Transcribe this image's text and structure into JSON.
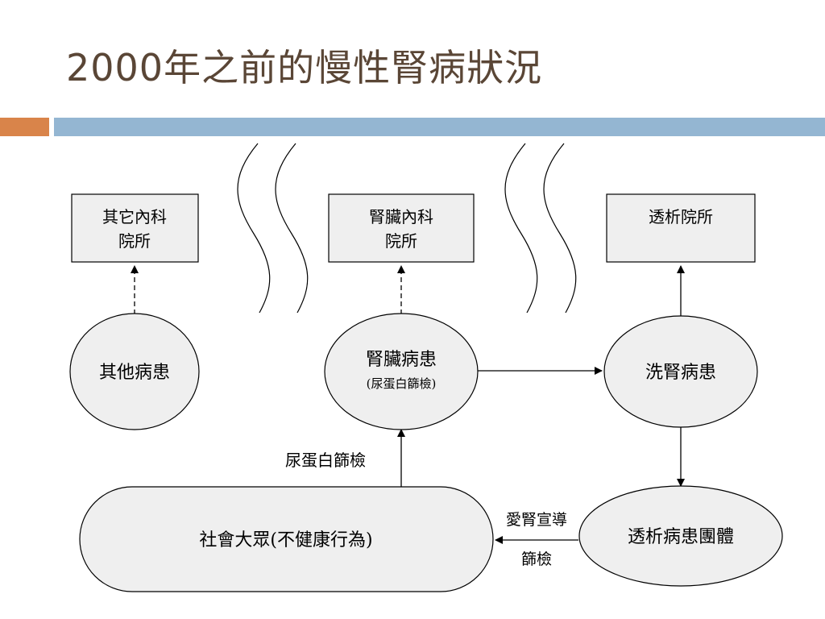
{
  "slide": {
    "title": "2000年之前的慢性腎病狀況"
  },
  "diagram": {
    "boxes": {
      "other_clinic_line1": "其它內科",
      "other_clinic_line2": "院所",
      "nephro_clinic_line1": "腎臟內科",
      "nephro_clinic_line2": "院所",
      "dialysis_clinic": "透析院所"
    },
    "nodes": {
      "other_patients": "其他病患",
      "kidney_patients": "腎臟病患",
      "kidney_patients_sub": "(尿蛋白篩檢)",
      "dialysis_patients": "洗腎病患",
      "public": "社會大眾(不健康行為)",
      "patient_groups": "透析病患團體"
    },
    "edge_labels": {
      "urine_screening": "尿蛋白篩檢",
      "kidney_promo": "愛腎宣導",
      "screening": "篩檢"
    },
    "colors": {
      "title": "#5a4636",
      "accent_orange": "#d9844a",
      "accent_blue": "#94b6d2",
      "box_fill": "#efefef"
    }
  }
}
